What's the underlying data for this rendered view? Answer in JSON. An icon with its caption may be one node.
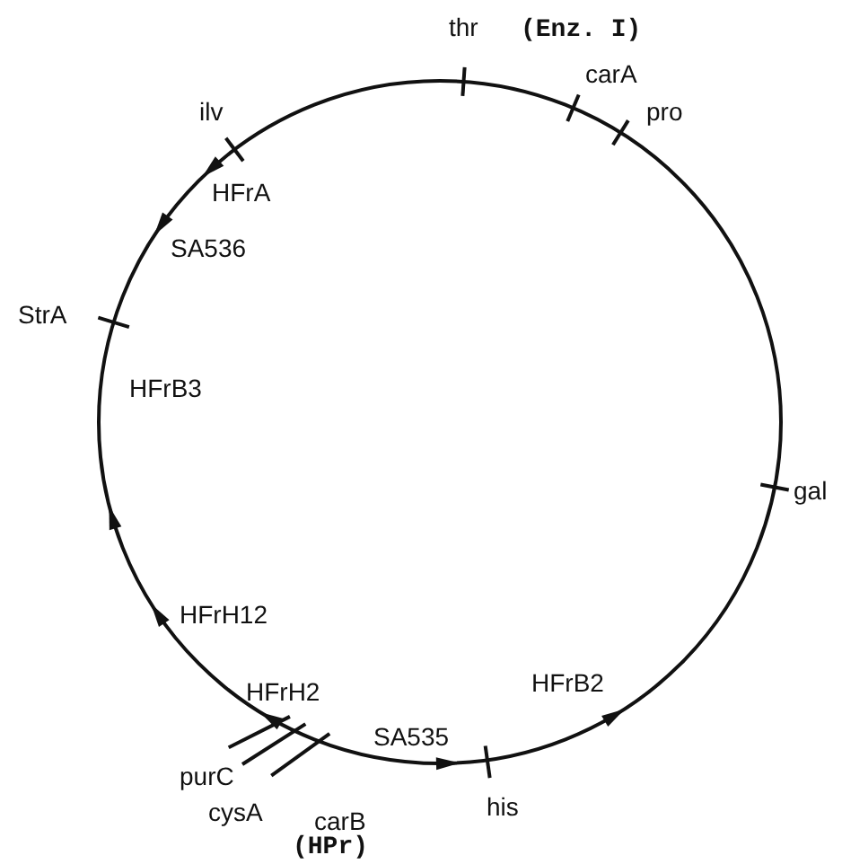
{
  "diagram": {
    "labels": [
      "thr",
      "(Enz. I)",
      "carA",
      "pro",
      "ilv",
      "HFrA",
      "SA536",
      "StrA",
      "HFrB3",
      "gal",
      "HFrH12",
      "HFrH2",
      "SA535",
      "HFrB2",
      "purC",
      "his",
      "cysA",
      "carB",
      "(HPr)"
    ]
  }
}
